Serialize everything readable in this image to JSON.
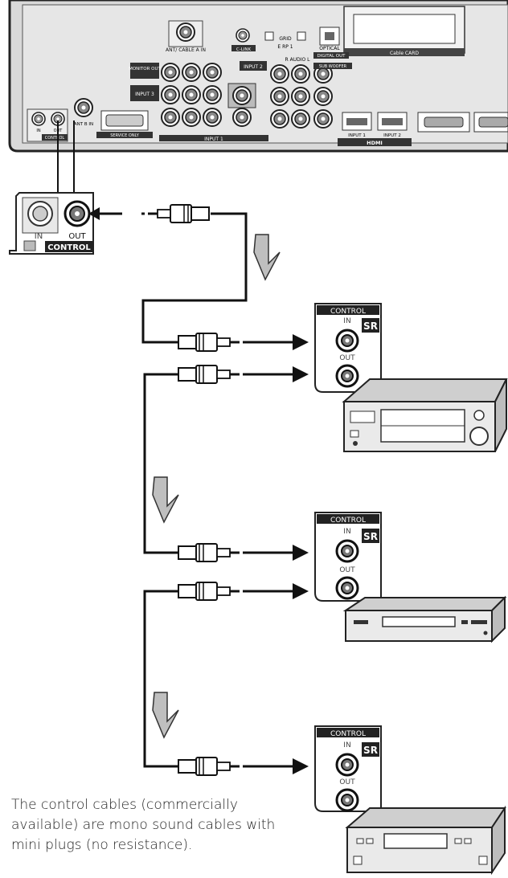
{
  "tv_panel": {
    "labels": {
      "ant_cable_ab": "ANT/ CABLE A IN",
      "c_link": "C-LINK",
      "grid": "GRID",
      "drp_1": "E RP 1",
      "optical": "OPTICAL",
      "digital_out": "DIGITAL OUT",
      "cable_card": "Cable CARD",
      "monitor_out": "MONITOR OUT",
      "input_2": "INPUT 2",
      "r_audio_l": "R AUDIO L",
      "sub_woofer": "SUB WOOFER",
      "input_3": "INPUT 3",
      "ant_b_in": "ANT B IN",
      "service_only": "SERVICE ONLY",
      "control": "CONTROL",
      "input_1": "INPUT 1",
      "hdmi": "HDMI",
      "hdmi_input_1": "INPUT 1",
      "hdmi_input_2": "INPUT 2",
      "in_label": "IN",
      "out_label": "OUT"
    }
  },
  "tv_control_jack": {
    "in_label": "IN",
    "out_label": "OUT",
    "title": "CONTROL"
  },
  "devices": [
    {
      "panel_title": "CONTROL",
      "in_label": "IN",
      "out_label": "OUT",
      "badge": "SR"
    },
    {
      "panel_title": "CONTROL",
      "in_label": "IN",
      "out_label": "OUT",
      "badge": "SR"
    },
    {
      "panel_title": "CONTROL",
      "in_label": "IN",
      "out_label": "OUT",
      "badge": "SR"
    }
  ],
  "caption": {
    "line1": "The control cables (commercially",
    "line2": "available) are mono sound cables with",
    "line3": "mini plugs (no resistance)."
  }
}
